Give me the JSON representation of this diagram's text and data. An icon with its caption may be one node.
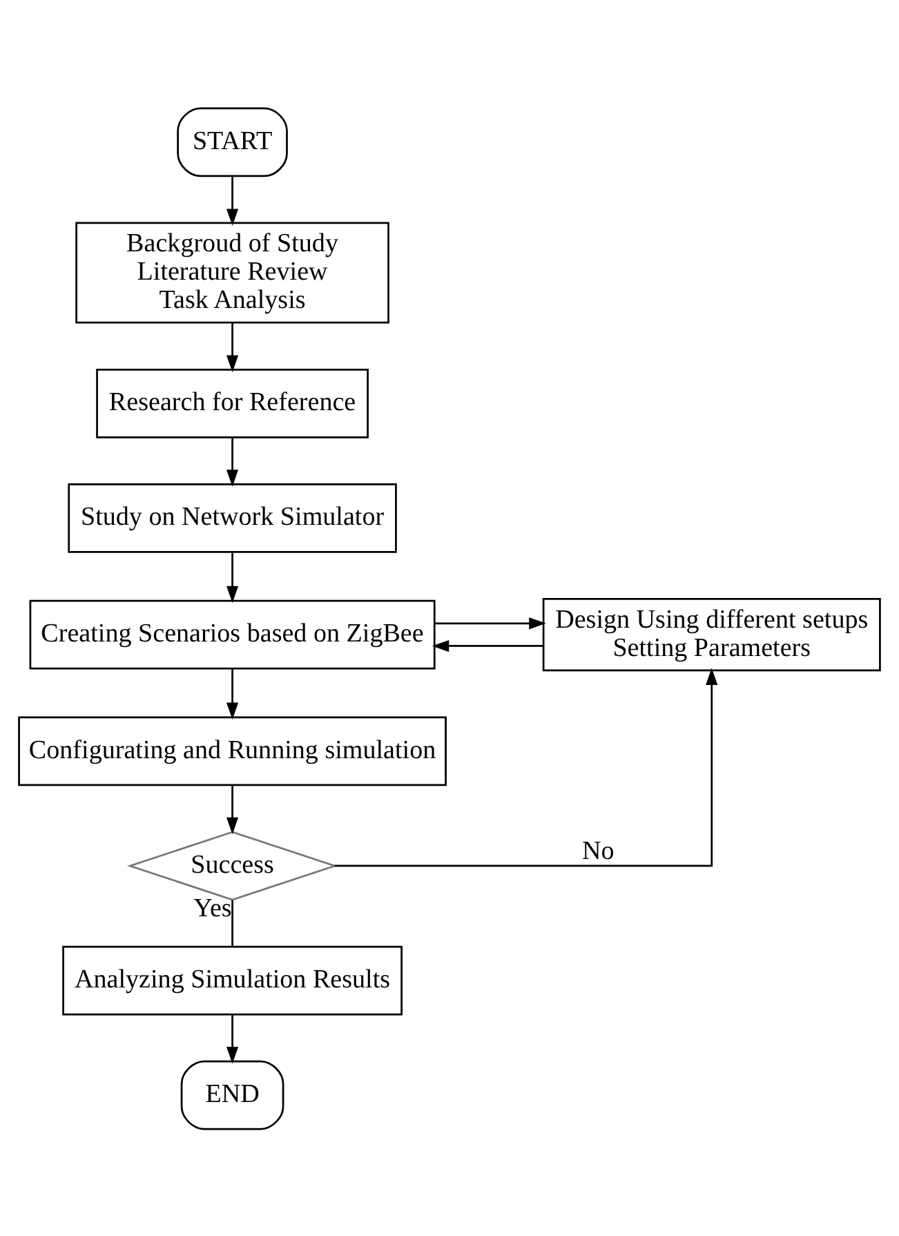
{
  "diagram": {
    "nodes": [
      {
        "text": [
          "START"
        ]
      },
      {
        "text": [
          "Backgroud of Study",
          "Literature Review",
          "Task Analysis"
        ]
      },
      {
        "text": [
          "Research for Reference"
        ]
      },
      {
        "text": [
          "Study on Network Simulator"
        ]
      },
      {
        "text": [
          "Creating Scenarios based on ZigBee"
        ]
      },
      {
        "text": [
          "Design Using different setups",
          "Setting Parameters"
        ]
      },
      {
        "text": [
          "Configurating and Running simulation"
        ]
      },
      {
        "text": [
          "Success"
        ]
      },
      {
        "text": [
          "Analyzing Simulation Results"
        ]
      },
      {
        "text": [
          "END"
        ]
      }
    ],
    "edges": [
      {
        "from": 0,
        "to": 1,
        "arrow": "to"
      },
      {
        "from": 1,
        "to": 2,
        "arrow": "to"
      },
      {
        "from": 2,
        "to": 3,
        "arrow": "to"
      },
      {
        "from": 3,
        "to": 4,
        "arrow": "to"
      },
      {
        "from": 4,
        "to": 5,
        "arrow": "to"
      },
      {
        "from": 5,
        "to": 4,
        "arrow": "to"
      },
      {
        "from": 4,
        "to": 6,
        "arrow": "to"
      },
      {
        "from": 6,
        "to": 7,
        "arrow": "to"
      },
      {
        "from": 7,
        "to": 5,
        "label": "No",
        "arrow": "to"
      },
      {
        "from": 7,
        "to": 8,
        "label": "Yes",
        "arrow": "none"
      },
      {
        "from": 8,
        "to": 9,
        "arrow": "to"
      }
    ]
  }
}
